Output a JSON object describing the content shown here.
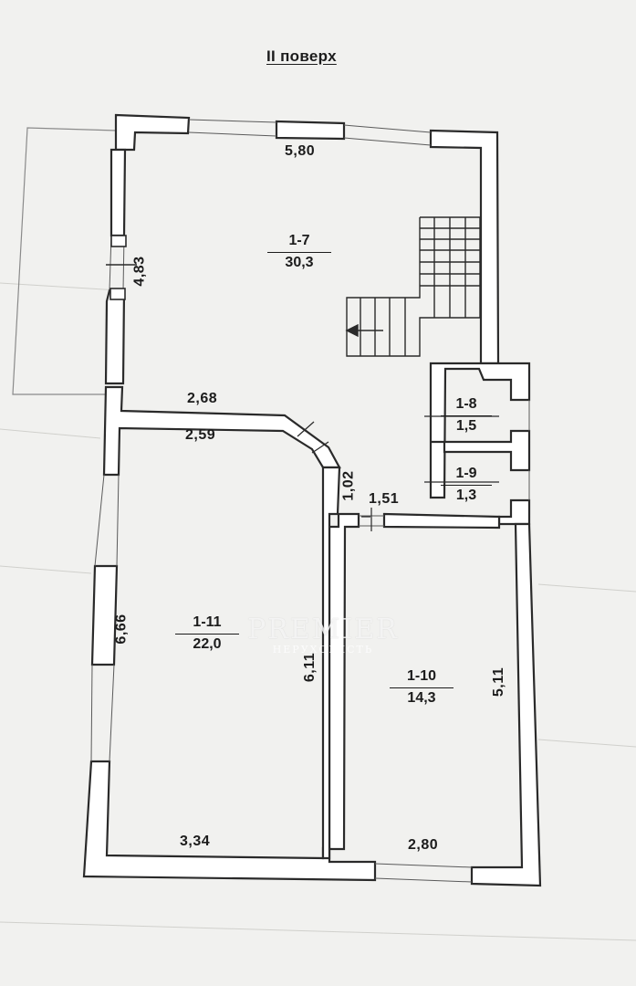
{
  "title": "II поверх",
  "dimensions": {
    "top_width": "5,80",
    "left_height_1_7": "4,83",
    "width_2_68": "2,68",
    "width_2_59": "2,59",
    "diag_1_02": "1,02",
    "door_1_51": "1,51",
    "left_height_1_11": "6,66",
    "inner_height_1_11": "6,11",
    "bottom_1_11": "3,34",
    "right_height_1_10": "5,11",
    "bottom_1_10": "2,80"
  },
  "rooms": [
    {
      "id": "1-7",
      "area": "30,3"
    },
    {
      "id": "1-8",
      "area": "1,5"
    },
    {
      "id": "1-9",
      "area": "1,3"
    },
    {
      "id": "1-11",
      "area": "22,0"
    },
    {
      "id": "1-10",
      "area": "14,3"
    }
  ],
  "watermark": {
    "brand": "PREMIER",
    "tagline": "НЕРУХОМІСТЬ"
  },
  "colors": {
    "wall": "#2a2a2a",
    "paper": "#f1f1ef",
    "wall_fill": "#ffffff"
  }
}
